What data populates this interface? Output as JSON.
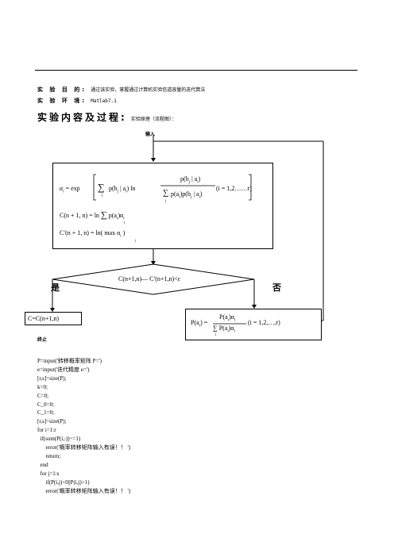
{
  "header": {
    "purpose_label": "实 验 目 的:",
    "purpose_text": "通过该实验，掌握通过计算机实验信道容量的迭代算法",
    "env_label": "实 验 环 境:",
    "env_text": "Matlab7.1",
    "process_label": "实验内容及过程:",
    "process_note": "实验原理（流程图）："
  },
  "flowchart": {
    "input_label": "输入",
    "formula_box": {
      "line1_left": "α",
      "line1_sub": "i",
      "line1_eq": "= exp",
      "sum_sym": "∑",
      "sum_idx": "j",
      "term1": "p(b",
      "term1_sub": "j",
      "term1_rest": " | a",
      "term1_sub2": "i",
      "term1_close": ") ln",
      "frac_num": "p(b",
      "frac_num_sub": "j",
      "frac_num_rest": " | a",
      "frac_num_sub2": "i",
      "frac_num_close": ")",
      "frac_den": "p(a",
      "frac_den_sub": "i",
      "frac_den_rest": ")p(b",
      "frac_den_sub2": "j",
      "frac_den_rest2": " | a",
      "frac_den_sub3": "i",
      "frac_den_close": ")",
      "frac_den_idx": "i",
      "range": "(i = 1,2……r)",
      "line2": "C(n + 1, n) = ln",
      "line2_tail": "p(a",
      "line2_sub": "i",
      "line2_tail2": ")α",
      "line2_sub2": "i",
      "line2_idx": "i",
      "line3": "C′(n + 1, n) = ln( max α",
      "line3_sub": "i",
      "line3_close": " )",
      "line3_idx": "i"
    },
    "condition": "C(n+1,n)— C′(n+1,n)<ε",
    "yes_label": "是",
    "no_label": "否",
    "left_box": "C=C(n+1,n)",
    "stop_label": "终止",
    "right_box": {
      "lhs": "P(a",
      "lhs_sub": "i",
      "lhs_close": ") =",
      "num": "P(a",
      "num_sub": "i",
      "num_close": ")α",
      "num_sub2": "i",
      "den": "∑ P(a",
      "den_sub": "i",
      "den_close": ")α",
      "den_sub2": "i",
      "den_idx": "i",
      "range": "(i = 1,2,…,r)"
    }
  },
  "code_lines": [
    "P=input('转移概率矩阵 P=')",
    "e=input('迭代精度 e=')",
    "[r,s]=size(P);",
    "k=0;",
    "C=0;",
    "C_0=0;",
    "C_1=0;",
    "[r,s]=size(P);",
    "for i=1:r",
    "  if(sum(P(i,:))~=1)",
    "      error('概率转移矩阵输入有误！！ ')",
    "      return;",
    "  end",
    "  for j=1:s",
    "      if(P(i,j)<0||P(i,j)>1)",
    "      error('概率转移矩阵输入有误！！ ')"
  ]
}
